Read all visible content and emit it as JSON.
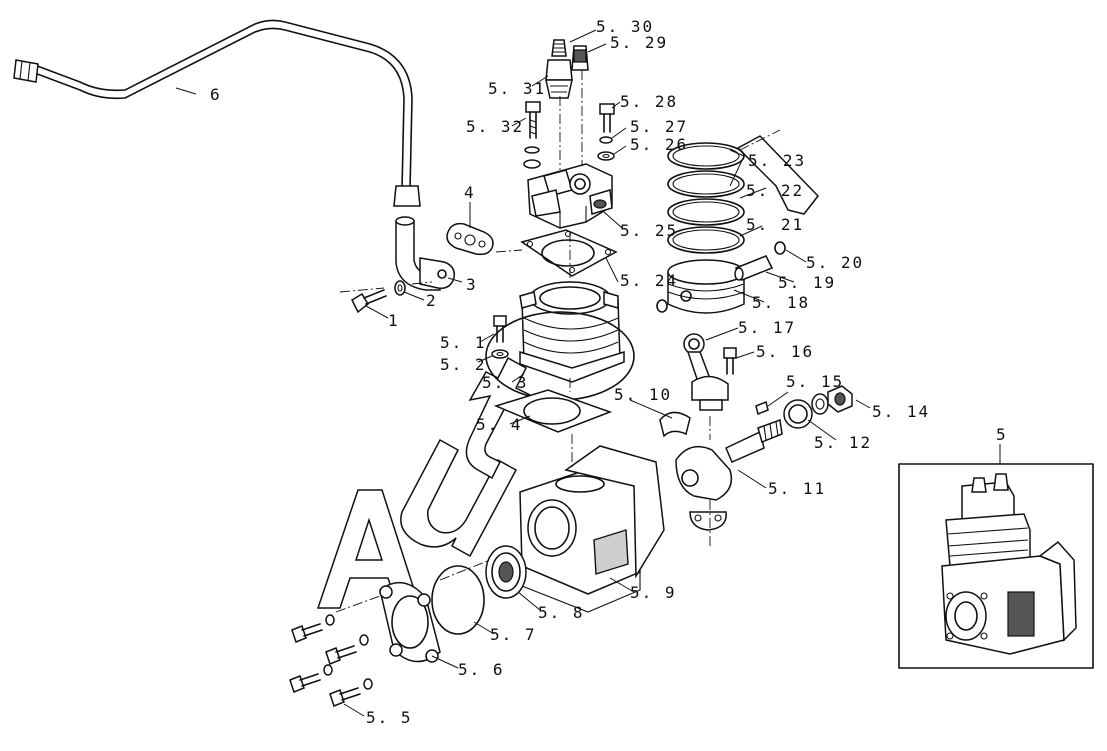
{
  "callouts": [
    {
      "id": "c-5-30",
      "text": "5. 30"
    },
    {
      "id": "c-5-29",
      "text": "5. 29"
    },
    {
      "id": "c-5-31",
      "text": "5. 31"
    },
    {
      "id": "c-5-28",
      "text": "5. 28"
    },
    {
      "id": "c-5-32",
      "text": "5. 32"
    },
    {
      "id": "c-5-27",
      "text": "5. 27"
    },
    {
      "id": "c-5-26",
      "text": "5. 26"
    },
    {
      "id": "c-5-23",
      "text": "5. 23"
    },
    {
      "id": "c-5-22",
      "text": "5. 22"
    },
    {
      "id": "c-5-21",
      "text": "5. 21"
    },
    {
      "id": "c-5-20",
      "text": "5. 20"
    },
    {
      "id": "c-5-19",
      "text": "5. 19"
    },
    {
      "id": "c-5-18",
      "text": "5. 18"
    },
    {
      "id": "c-5-25",
      "text": "5. 25"
    },
    {
      "id": "c-5-24",
      "text": "5. 24"
    },
    {
      "id": "c-5-17",
      "text": "5. 17"
    },
    {
      "id": "c-5-16",
      "text": "5. 16"
    },
    {
      "id": "c-5-15",
      "text": "5. 15"
    },
    {
      "id": "c-5-14",
      "text": "5. 14"
    },
    {
      "id": "c-5-12",
      "text": "5. 12"
    },
    {
      "id": "c-5-11",
      "text": "5. 11"
    },
    {
      "id": "c-5-10",
      "text": "5. 10"
    },
    {
      "id": "c-5-1",
      "text": "5. 1"
    },
    {
      "id": "c-5-2",
      "text": "5. 2"
    },
    {
      "id": "c-5-3",
      "text": "5. 3"
    },
    {
      "id": "c-5-4",
      "text": "5. 4"
    },
    {
      "id": "c-5-9",
      "text": "5. 9"
    },
    {
      "id": "c-5-8",
      "text": "5. 8"
    },
    {
      "id": "c-5-7",
      "text": "5. 7"
    },
    {
      "id": "c-5-6",
      "text": "5. 6"
    },
    {
      "id": "c-5-5",
      "text": "5. 5"
    },
    {
      "id": "c-6",
      "text": "6"
    },
    {
      "id": "c-4",
      "text": "4"
    },
    {
      "id": "c-3",
      "text": "3"
    },
    {
      "id": "c-2",
      "text": "2"
    },
    {
      "id": "c-1",
      "text": "1"
    },
    {
      "id": "c-5",
      "text": "5"
    }
  ],
  "watermark": {
    "text": "Aut"
  },
  "colors": {
    "line": "#111111",
    "background": "#ffffff",
    "shade": "#cfcfcf"
  }
}
